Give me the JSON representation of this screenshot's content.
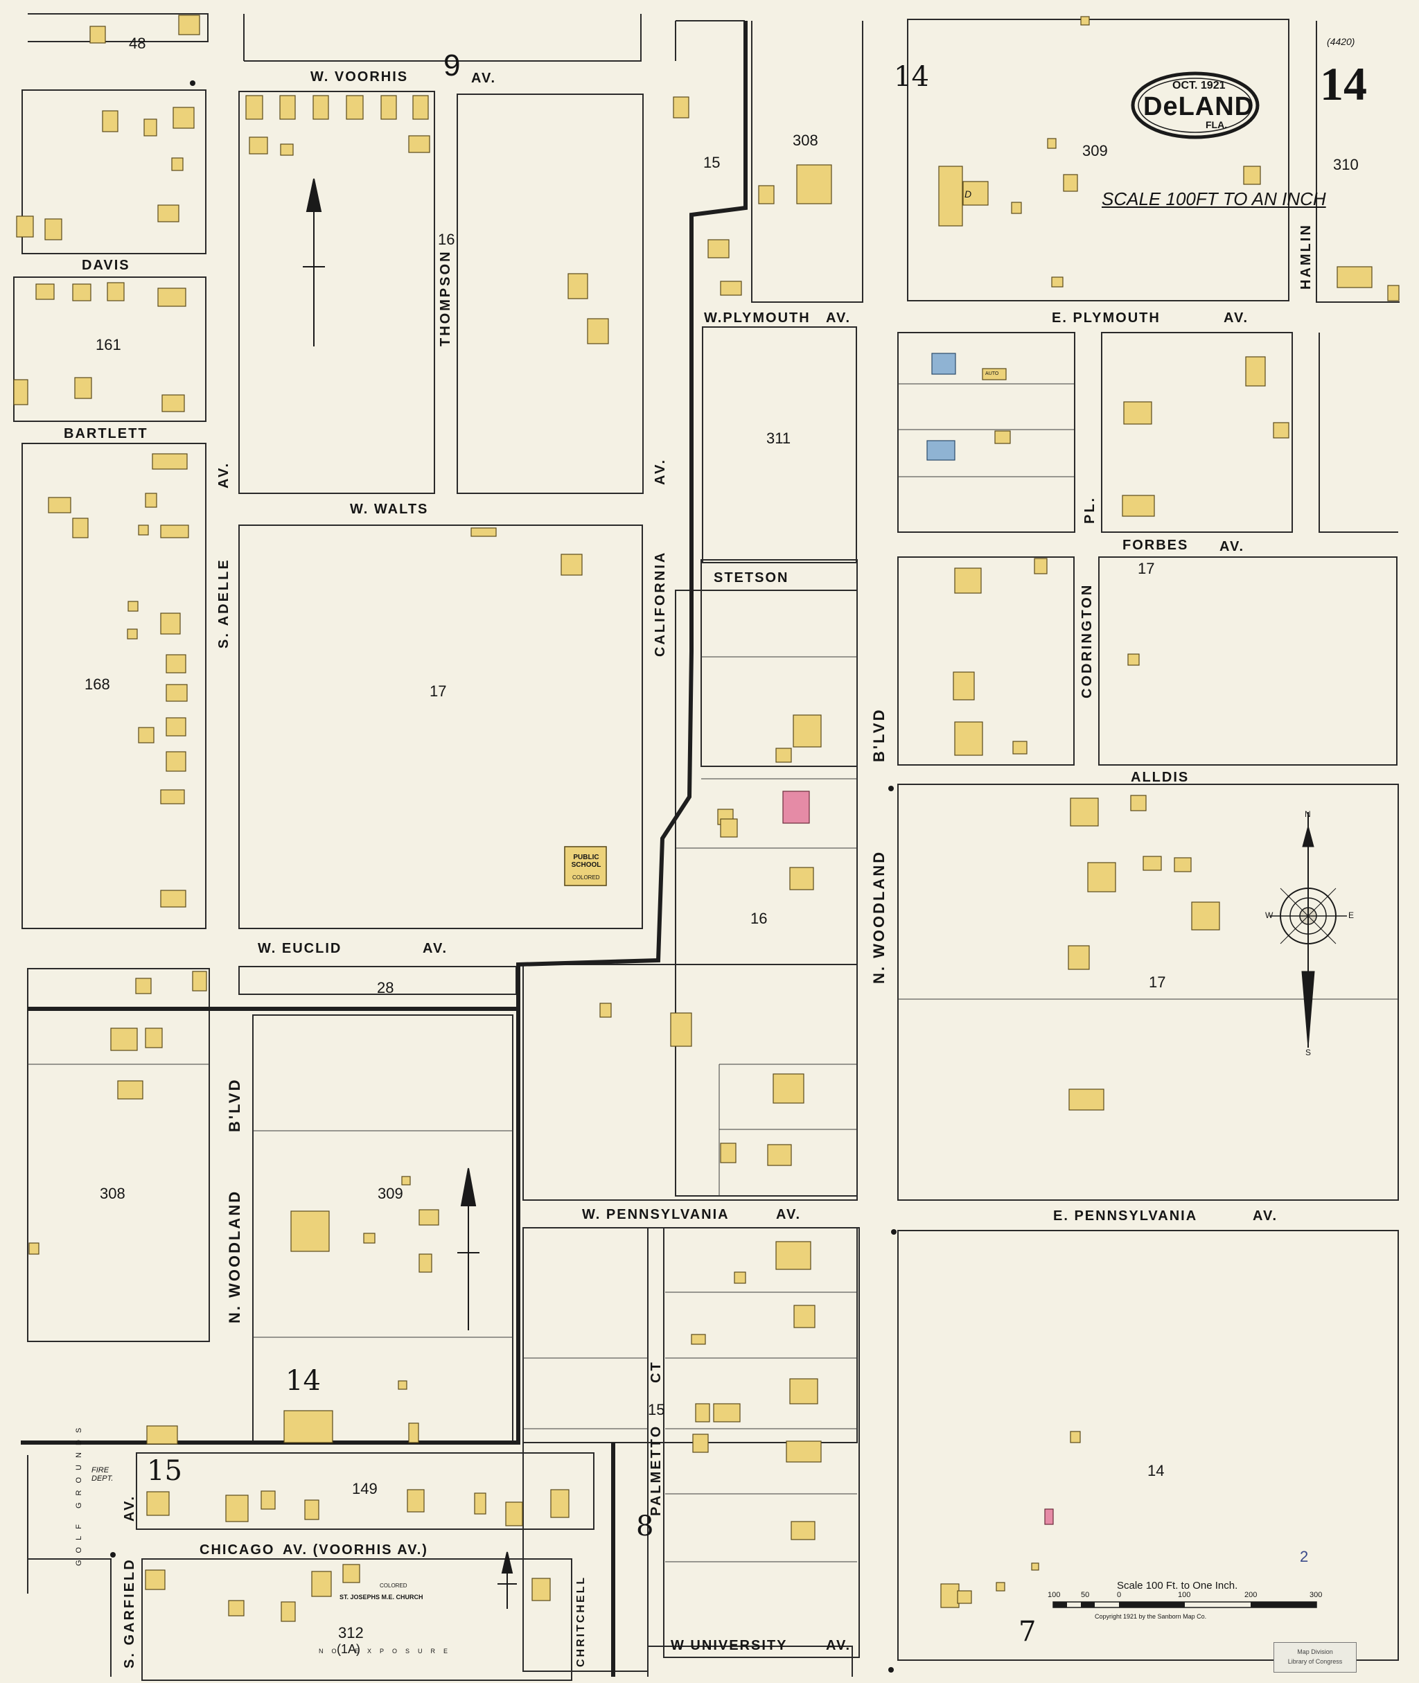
{
  "title_cartouche": {
    "date": "OCT. 1921",
    "city": "DeLAND",
    "state": "FLA."
  },
  "sheet_number": "14",
  "corner_note": "(4420)",
  "scale_note_handwritten": "SCALE 100FT TO AN INCH",
  "scale_bar": {
    "title": "Scale 100 Ft. to One Inch.",
    "ticks": [
      "100",
      "50",
      "0",
      "100",
      "200",
      "300"
    ]
  },
  "copyright": "Copyright 1921 by the Sanborn Map Co.",
  "stamp": {
    "line1": "Map Division",
    "line2": "Library of Congress"
  },
  "streets": {
    "w_voorhis": "W. VOORHIS",
    "w_voorhis_num": "9",
    "w_voorhis_av": "AV.",
    "davis": "DAVIS",
    "bartlett": "BARTLETT",
    "thompson": "THOMPSON",
    "s_adelle": "S. ADELLE",
    "s_adelle_av": "AV.",
    "w_walts": "W. WALTS",
    "california": "CALIFORNIA",
    "california_av": "AV.",
    "w_plymouth": "W.PLYMOUTH",
    "w_plymouth_av": "AV.",
    "e_plymouth": "E. PLYMOUTH",
    "e_plymouth_av": "AV.",
    "hamlin": "HAMLIN",
    "pl": "PL.",
    "forbes": "FORBES",
    "forbes_av": "AV.",
    "stetson": "STETSON",
    "codrington": "CODRINGTON",
    "alldis": "ALLDIS",
    "n_woodland_upper": "N. WOODLAND",
    "blvd_upper": "B'LVD",
    "w_euclid": "W. EUCLID",
    "w_euclid_av": "AV.",
    "n_woodland_lower": "N. WOODLAND",
    "blvd_lower": "B'LVD",
    "w_pennsylvania": "W. PENNSYLVANIA",
    "w_pennsylvania_av": "AV.",
    "e_pennsylvania": "E. PENNSYLVANIA",
    "e_pennsylvania_av": "AV.",
    "palmetto": "PALMETTO",
    "palmetto_ct": "CT",
    "chicago": "CHICAGO",
    "chicago_av": "AV. (VOORHIS AV.)",
    "s_garfield": "S. GARFIELD",
    "s_garfield_av": "AV.",
    "chritchell": "CHRITCHELL",
    "w_university": "W UNIVERSITY",
    "w_university_av": "AV."
  },
  "blocks": {
    "b48": "48",
    "b161": "161",
    "b168": "168",
    "b17_school": "17",
    "b16_thompson": "16",
    "b308_top": "308",
    "b15_top": "15",
    "b309_top": "309",
    "b310": "310",
    "b311": "311",
    "b16_mid": "16",
    "b17_forbes": "17",
    "b17_east": "17",
    "b28": "28",
    "b308_left": "308",
    "b309_lower": "309",
    "b149": "149",
    "b312": "312",
    "b312_alt": "(1A)",
    "b15_palmetto": "15",
    "b14_east": "14",
    "num_2": "2"
  },
  "sheet_refs": {
    "s14_top": "14",
    "s14_lower": "14",
    "s15_left": "15",
    "s7_bottom": "7",
    "s8_bottom": "8"
  },
  "landmarks": {
    "public_school": "PUBLIC SCHOOL",
    "school_sub": "COLORED",
    "fire_dept": "FIRE DEPT.",
    "church": "ST. JOSEPHS M.E. CHURCH",
    "church_sub": "COLORED",
    "golf_grounds": "GOLF GROUNDS",
    "no_exposure": "NO EXPOSURE"
  },
  "colors": {
    "paper": "#f4f1e4",
    "frame_dwelling": "#ecd27a",
    "brick": "#e58ba6",
    "stone": "#8fb3d3",
    "ink": "#1a1a1a",
    "sheet_boundary": "#2a2a2a"
  },
  "building_codes": {
    "dwelling": "D",
    "auto": "AUTO"
  },
  "compass_letters": {
    "n": "N",
    "s": "S",
    "e": "E",
    "w": "W"
  }
}
